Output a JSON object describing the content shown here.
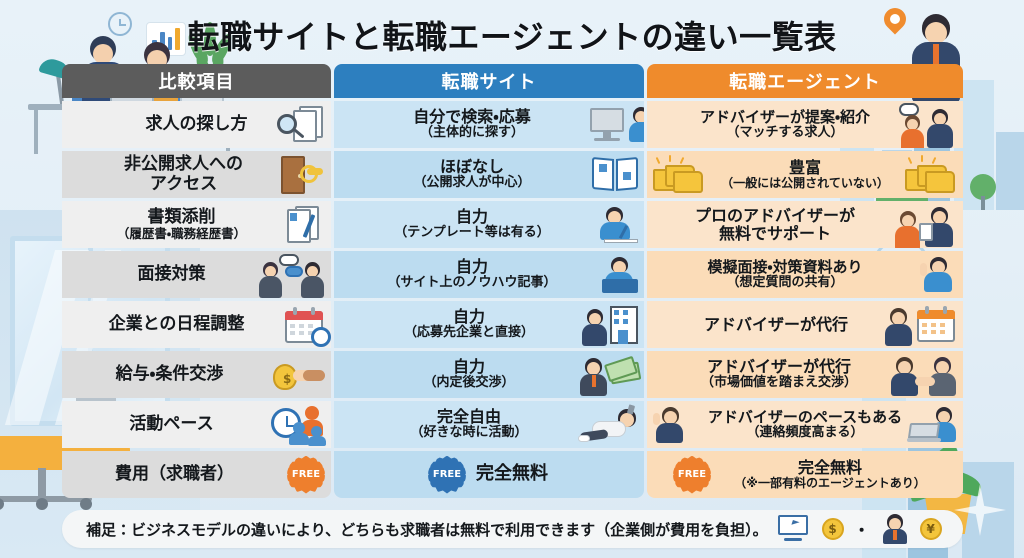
{
  "title": "転職サイトと転職エージェントの違い一覧表",
  "colors": {
    "header_compare": "#5c5c5c",
    "header_site": "#2d7fbf",
    "header_agent": "#ef8b2c",
    "cell_compare": "#efefef",
    "cell_site": "#cbe4f4",
    "cell_agent": "#fbe4cb",
    "background": "#e8f2f9",
    "free_badge_orange": "#ee7f2d",
    "free_badge_blue": "#2f72b4"
  },
  "table": {
    "headers": [
      {
        "label": "比較項目",
        "name": "compare-item"
      },
      {
        "label": "転職サイト",
        "name": "job-site"
      },
      {
        "label": "転職エージェント",
        "name": "job-agent"
      }
    ],
    "rows": [
      {
        "compare": {
          "main": "求人の探し方",
          "sub": "",
          "icon": "magnifier-documents-icon"
        },
        "site": {
          "main": "自分で検索・応募",
          "sub": "（主体的に探す）",
          "icon": "person-at-desktop-icon"
        },
        "agent": {
          "main": "アドバイザーが提案・紹介",
          "sub": "（マッチする求人）",
          "icon": "advisor-consulting-icon"
        }
      },
      {
        "compare": {
          "main": "非公開求人への",
          "sub": "アクセス",
          "icon": "door-key-icon"
        },
        "site": {
          "main": "ほぼなし",
          "sub": "（公開求人が中心）",
          "icon": "open-book-icon"
        },
        "agent": {
          "main": "豊富",
          "sub": "（一般には公開されていない）",
          "icon": "folder-stack-icon"
        }
      },
      {
        "compare": {
          "main": "書類添削",
          "sub": "（履歴書・職務経歴書）",
          "icon": "resume-pen-icon"
        },
        "site": {
          "main": "自力",
          "sub": "（テンプレート等は有る）",
          "icon": "person-writing-icon"
        },
        "agent": {
          "main": "プロのアドバイザーが",
          "sub": "無料でサポート",
          "icon": "advisor-document-icon"
        }
      },
      {
        "compare": {
          "main": "面接対策",
          "sub": "",
          "icon": "two-people-talking-icon"
        },
        "site": {
          "main": "自力",
          "sub": "（サイト上のノウハウ記事）",
          "icon": "person-reading-icon"
        },
        "agent": {
          "main": "模擬面接・対策資料あり",
          "sub": "（想定質問の共有）",
          "icon": "person-pointing-up-icon"
        }
      },
      {
        "compare": {
          "main": "企業との日程調整",
          "sub": "",
          "icon": "calendar-clock-icon"
        },
        "site": {
          "main": "自力",
          "sub": "（応募先企業と直接）",
          "icon": "person-building-icon"
        },
        "agent": {
          "main": "アドバイザーが代行",
          "sub": "",
          "icon": "advisor-phone-calendar-icon"
        }
      },
      {
        "compare": {
          "main": "給与・条件交渉",
          "sub": "",
          "icon": "money-bag-handshake-icon"
        },
        "site": {
          "main": "自力",
          "sub": "（内定後交渉）",
          "icon": "person-cash-icon"
        },
        "agent": {
          "main": "アドバイザーが代行",
          "sub": "（市場価値を踏まえ交渉）",
          "icon": "handshake-icon"
        }
      },
      {
        "compare": {
          "main": "活動ペース",
          "sub": "",
          "icon": "clock-people-icon"
        },
        "site": {
          "main": "完全自由",
          "sub": "（好きな時に活動）",
          "icon": "person-relaxing-icon"
        },
        "agent": {
          "main": "アドバイザーのペースもある",
          "sub": "（連絡頻度高まる）",
          "icon": "advisor-laptop-icon"
        }
      },
      {
        "compare": {
          "main": "費用（求職者）",
          "sub": "",
          "icon": "free-badge-orange-icon"
        },
        "site": {
          "main": "完全無料",
          "sub": "",
          "icon": "free-badge-blue-icon"
        },
        "agent": {
          "main": "完全無料",
          "sub": "（※一部有料のエージェントあり）",
          "icon": "free-badge-orange-icon"
        }
      }
    ]
  },
  "free_badge_label": "FREE",
  "footer": {
    "text": "補足：ビジネスモデルの違いにより、どちらも求職者は無料で利用できます（企業側が費用を負担）。",
    "separator": "・",
    "coin_dollar": "$",
    "coin_yen": "¥"
  }
}
